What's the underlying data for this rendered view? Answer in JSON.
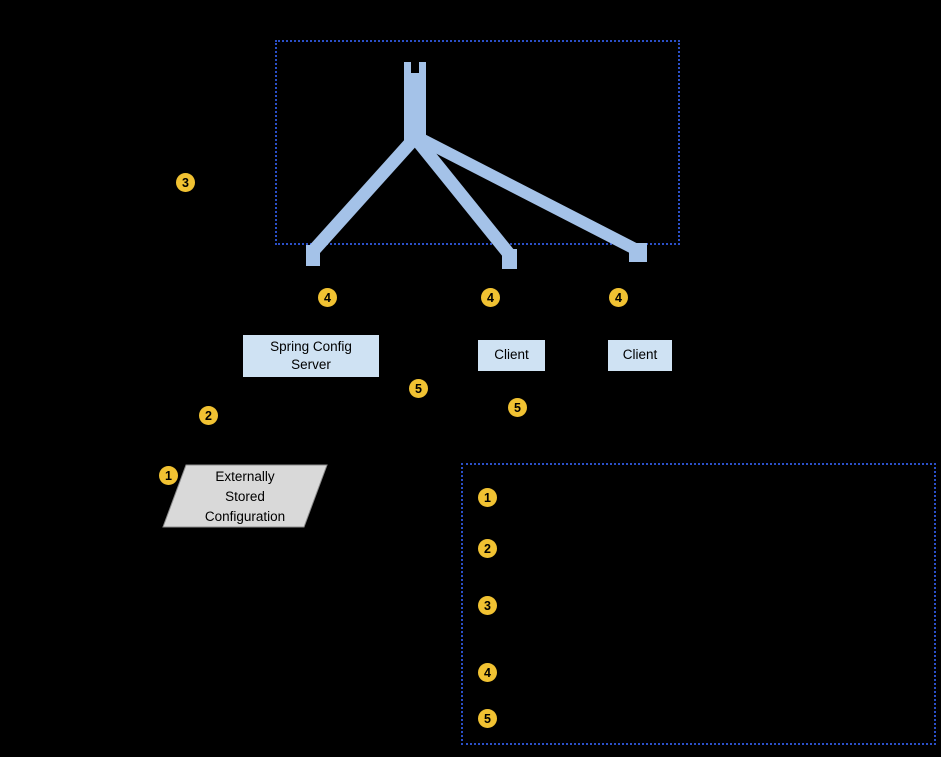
{
  "nodes": {
    "config_server": {
      "label": "Spring Config\nServer"
    },
    "client1": {
      "label": "Client"
    },
    "client2": {
      "label": "Client"
    },
    "external_config": {
      "label": "Externally\nStored\nConfiguration"
    }
  },
  "badges": {
    "diagram": [
      {
        "label": "3"
      },
      {
        "label": "4"
      },
      {
        "label": "4"
      },
      {
        "label": "4"
      },
      {
        "label": "5"
      },
      {
        "label": "5"
      },
      {
        "label": "2"
      },
      {
        "label": "1"
      }
    ],
    "legend": [
      {
        "label": "1"
      },
      {
        "label": "2"
      },
      {
        "label": "3"
      },
      {
        "label": "4"
      },
      {
        "label": "5"
      }
    ]
  },
  "colors": {
    "background": "#000000",
    "tree_fill": "#a4c2e8",
    "node_fill": "#cfe2f3",
    "node_text": "#000000",
    "badge_fill": "#f1c232",
    "badge_text": "#000000",
    "dotted_border": "#2b50c8",
    "parallelogram_fill": "#d9d9d9"
  }
}
